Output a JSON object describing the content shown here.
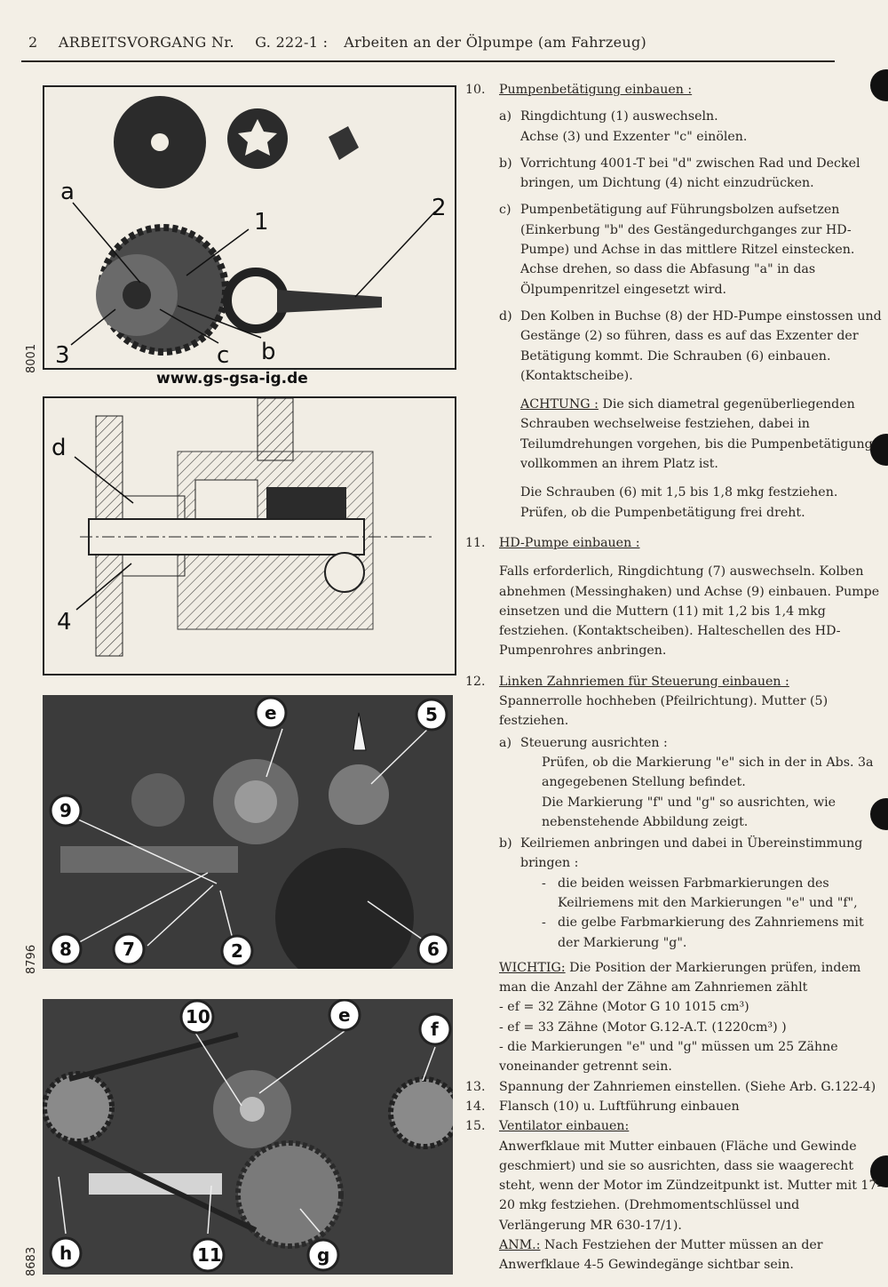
{
  "header": {
    "page": "2",
    "label": "ARBEITSVORGANG Nr.",
    "number": "G. 222-1 :",
    "title": "Arbeiten an der Ölpumpe (am Fahrzeug)"
  },
  "figures": {
    "url": "www.gs-gsa-ig.de",
    "code1": "8001",
    "code2": "8796",
    "code3": "8683",
    "fig1_labels": [
      "a",
      "1",
      "2",
      "3",
      "c",
      "b"
    ],
    "fig2_labels": [
      "d",
      "4"
    ],
    "photo1_labels": [
      "e",
      "5",
      "9",
      "8",
      "7",
      "2",
      "6"
    ],
    "photo2_labels": [
      "10",
      "e",
      "f",
      "h",
      "11",
      "g"
    ]
  },
  "steps": {
    "s10": {
      "num": "10.",
      "title": "Pumpenbetätigung einbauen :",
      "a_label": "a)",
      "a1": "Ringdichtung (1) auswechseln.",
      "a2": "Achse (3) und Exzenter \"c\" einölen.",
      "b_label": "b)",
      "b": "Vorrichtung 4001-T bei \"d\" zwischen Rad und Deckel bringen, um Dichtung (4) nicht einzudrücken.",
      "c_label": "c)",
      "c": "Pumpenbetätigung auf Führungsbolzen aufsetzen (Einkerbung \"b\" des Gestängedurchganges zur HD-Pumpe) und Achse in das mittlere Ritzel einstecken. Achse drehen, so dass die Abfasung \"a\" in das Ölpumpenritzel eingesetzt wird.",
      "d_label": "d)",
      "d": "Den Kolben in Buchse (8) der HD-Pumpe einstossen und Gestänge (2) so führen, dass es auf das Exzenter der Betätigung kommt. Die Schrauben (6) einbauen. (Kontaktscheibe).",
      "achtung_label": "ACHTUNG :",
      "achtung": "Die sich diametral gegenüberliegenden Schrauben wechselweise festziehen, dabei in Teilumdrehungen vorgehen, bis die Pumpenbetätigung vollkommen an ihrem Platz ist.",
      "torque": "Die Schrauben (6) mit 1,5 bis 1,8 mkg festziehen. Prüfen, ob die Pumpenbetätigung frei dreht."
    },
    "s11": {
      "num": "11.",
      "title": "HD-Pumpe einbauen :",
      "text": "Falls erforderlich, Ringdichtung (7) auswechseln. Kolben abnehmen (Messinghaken) und Achse (9) einbauen. Pumpe einsetzen und die Muttern (11) mit 1,2 bis 1,4 mkg festziehen. (Kontaktscheiben). Halteschellen des HD-Pumpenrohres anbringen."
    },
    "s12": {
      "num": "12.",
      "title": "Linken Zahnriemen für Steuerung einbauen :",
      "intro": "Spannerrolle hochheben (Pfeilrichtung). Mutter (5) festziehen.",
      "a_label": "a)",
      "a_title": "Steuerung ausrichten :",
      "a1": "Prüfen, ob die Markierung \"e\" sich in der in Abs. 3a angegebenen Stellung befindet.",
      "a2": "Die Markierung \"f\" und \"g\" so ausrichten, wie nebenstehende Abbildung zeigt.",
      "b_label": "b)",
      "b_title": "Keilriemen anbringen und dabei in Übereinstimmung bringen :",
      "b1": "die beiden weissen Farbmarkierungen des Keilriemens mit den Markierungen \"e\" und \"f\",",
      "b2": "die gelbe Farbmarkierung des Zahnriemens mit der Markierung \"g\".",
      "wichtig_label": "WICHTIG:",
      "wichtig": "Die Position der Markierungen prüfen, indem man die Anzahl der Zähne am Zahnriemen zählt",
      "w1": "- ef = 32 Zähne (Motor G 10  1015 cm³)",
      "w2": "- ef = 33 Zähne (Motor G.12-A.T. (1220cm³) )",
      "w3": "- die Markierungen \"e\" und \"g\" müssen um 25 Zähne voneinander getrennt sein."
    },
    "s13": {
      "num": "13.",
      "text": "Spannung der Zahnriemen einstellen. (Siehe Arb. G.122-4)"
    },
    "s14": {
      "num": "14.",
      "text": "Flansch (10) u. Luftführung einbauen"
    },
    "s15": {
      "num": "15.",
      "title": "Ventilator einbauen:",
      "text": "Anwerfklaue mit Mutter einbauen (Fläche und Gewinde geschmiert) und sie so ausrichten, dass sie waagerecht steht, wenn der Motor im Zündzeitpunkt ist. Mutter mit 17-20 mkg festziehen. (Drehmomentschlüssel und Verlängerung MR 630-17/1).",
      "anm_label": "ANM.:",
      "anm": "Nach Festziehen der Mutter müssen an der Anwerfklaue 4-5 Gewindegänge sichtbar sein."
    }
  }
}
